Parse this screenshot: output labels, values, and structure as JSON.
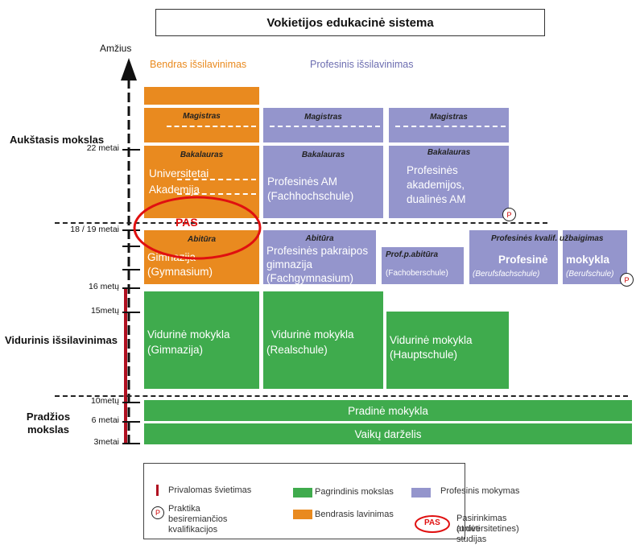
{
  "title": "Vokietijos edukacinė sistema",
  "axis_label": "Amžius",
  "column_heads": {
    "general": "Bendras išsilavinimas",
    "vocational": "Profesinis išsilavinimas"
  },
  "levels": {
    "higher": "Aukštasis mokslas",
    "secondary": "Vidurinis išsilavinimas",
    "primary": "Pradžios mokslas"
  },
  "ages": {
    "a22": "22 metai",
    "a18": "18 / 19 metai",
    "a16": "16 metų",
    "a15": "15metų",
    "a10": "10metų",
    "a6": "6 metai",
    "a3": "3metai"
  },
  "blocks": {
    "magistras": "Magistras",
    "bakalauras": "Bakalauras",
    "universitetai_1": "Universitetai",
    "universitetai_2": "Akademija",
    "prof_am_1": "Profesinės AM",
    "prof_am_2": "(Fachhochschule)",
    "prof_akad_1": "Profesinės",
    "prof_akad_2": "akademijos,",
    "prof_akad_3": "dualinės   AM",
    "pas": "PAS",
    "abitura": "Abitūra",
    "gimnazija_1": "Gimnazija",
    "gimnazija_2": "(Gymnasium)",
    "prof_gimn_1": "Profesinės pakraipos",
    "prof_gimn_2": "gimnazija",
    "prof_gimn_3": "(Fachgymnasium)",
    "prof_p_abitura": "Prof.p.abitūra",
    "fachoberschule": "(Fachoberschule)",
    "prof_kvalif": "Profesinės kvalif. užbaigimas",
    "profesine": "Profesinė",
    "berufsfachschule": "(Berufsfachschule)",
    "mokykla": "mokykla",
    "berufschule": "(Berufschule)",
    "vid_gimn_1": "Vidurinė mokykla",
    "vid_gimn_2": "(Gimnazija)",
    "vid_real_1": "Vidurinė mokykla",
    "vid_real_2": "(Realschule)",
    "vid_haupt_1": "Vidurinė mokykla",
    "vid_haupt_2": "(Hauptschule)",
    "pradine": "Pradinė mokykla",
    "darzelis": "Vaikų darželis",
    "p_mark": "P"
  },
  "legend": {
    "compulsory": "Privalomas švietimas",
    "practice_1": "Praktika",
    "practice_2": "besiremiančios",
    "practice_3": "kvalifikacijos",
    "basic": "Pagrindinis mokslas",
    "vocational": "Profesinis mokymas",
    "general": "Bendrasis lavinimas",
    "pas": "PAS",
    "pas_desc_1": "Pasirinkimas atidėti",
    "pas_desc_2": "(universitetines) studijas",
    "p_mark": "P"
  },
  "colors": {
    "orange": "#e98a1f",
    "purple": "#9495cc",
    "green": "#3fab4d",
    "compulsory_red": "#b01020",
    "pas_red": "#e01010"
  }
}
